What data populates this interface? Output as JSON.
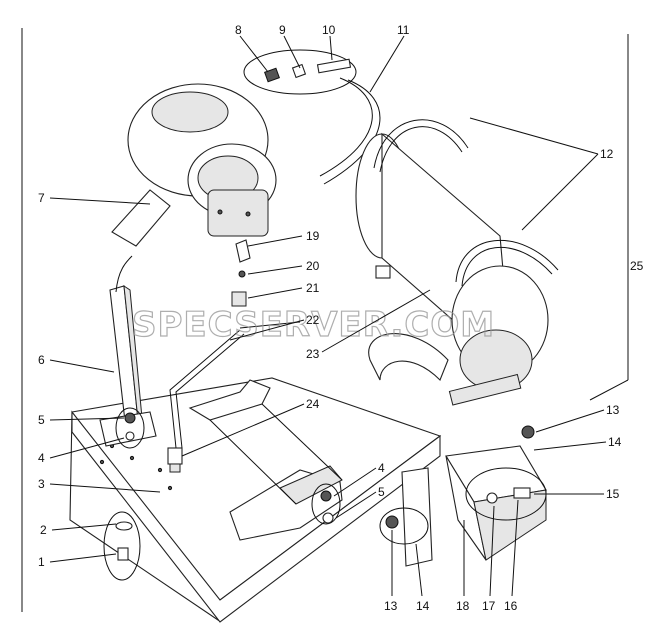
{
  "watermark": "SPECSERVER.COM",
  "callouts": [
    {
      "id": "c1",
      "text": "1"
    },
    {
      "id": "c2",
      "text": "2"
    },
    {
      "id": "c3",
      "text": "3"
    },
    {
      "id": "c4a",
      "text": "4"
    },
    {
      "id": "c4b",
      "text": "4"
    },
    {
      "id": "c5a",
      "text": "5"
    },
    {
      "id": "c5b",
      "text": "5"
    },
    {
      "id": "c6",
      "text": "6"
    },
    {
      "id": "c7",
      "text": "7"
    },
    {
      "id": "c8",
      "text": "8"
    },
    {
      "id": "c9",
      "text": "9"
    },
    {
      "id": "c10",
      "text": "10"
    },
    {
      "id": "c11",
      "text": "11"
    },
    {
      "id": "c12",
      "text": "12"
    },
    {
      "id": "c13a",
      "text": "13"
    },
    {
      "id": "c13b",
      "text": "13"
    },
    {
      "id": "c14a",
      "text": "14"
    },
    {
      "id": "c14b",
      "text": "14"
    },
    {
      "id": "c15",
      "text": "15"
    },
    {
      "id": "c16",
      "text": "16"
    },
    {
      "id": "c17",
      "text": "17"
    },
    {
      "id": "c18",
      "text": "18"
    },
    {
      "id": "c19",
      "text": "19"
    },
    {
      "id": "c20",
      "text": "20"
    },
    {
      "id": "c21",
      "text": "21"
    },
    {
      "id": "c22",
      "text": "22"
    },
    {
      "id": "c23",
      "text": "23"
    },
    {
      "id": "c24",
      "text": "24"
    },
    {
      "id": "c25",
      "text": "25"
    }
  ]
}
